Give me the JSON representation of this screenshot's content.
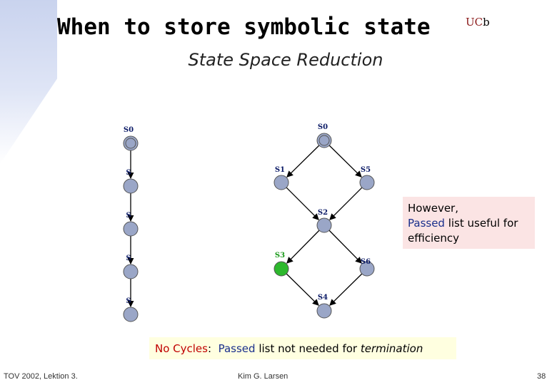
{
  "header": {
    "title": "When to store symbolic state",
    "logo_uc": "UC",
    "logo_b": "b",
    "subtitle": "State Space Reduction"
  },
  "colors": {
    "node_fill": "#9aa6c7",
    "node_highlight": "#2db82d",
    "note_bg": "#fbe4e4",
    "bottom_bg": "#ffffe0",
    "passed_text": "#1a2f8c",
    "no_cycles_text": "#c00000"
  },
  "diagram": {
    "chain": {
      "nodes": [
        {
          "label": "S0"
        },
        {
          "label": "S"
        },
        {
          "label": "S"
        },
        {
          "label": "S"
        },
        {
          "label": "S"
        }
      ]
    },
    "graph": {
      "nodes": [
        {
          "id": "S0",
          "label": "S0",
          "highlight": false
        },
        {
          "id": "S1",
          "label": "S1",
          "highlight": false
        },
        {
          "id": "S5",
          "label": "S5",
          "highlight": false
        },
        {
          "id": "S2",
          "label": "S2",
          "highlight": false
        },
        {
          "id": "S3",
          "label": "S3",
          "highlight": true
        },
        {
          "id": "S6",
          "label": "S6",
          "highlight": false
        },
        {
          "id": "S4",
          "label": "S4",
          "highlight": false
        }
      ],
      "edges": [
        [
          "S0",
          "S1"
        ],
        [
          "S0",
          "S5"
        ],
        [
          "S1",
          "S2"
        ],
        [
          "S5",
          "S2"
        ],
        [
          "S2",
          "S3"
        ],
        [
          "S2",
          "S6"
        ],
        [
          "S3",
          "S4"
        ],
        [
          "S6",
          "S4"
        ]
      ]
    }
  },
  "note": {
    "line1": "However,",
    "passed": "Passed",
    "line2_rest": " list useful for",
    "line3": "efficiency"
  },
  "bottom_note": {
    "no_cycles": "No Cycles",
    "colon": ":",
    "passed": "Passed",
    "rest": " list not needed for ",
    "termination": "termination"
  },
  "footer": {
    "left": "TOV 2002, Lektion 3.",
    "center": "Kim G. Larsen",
    "page": "38"
  }
}
